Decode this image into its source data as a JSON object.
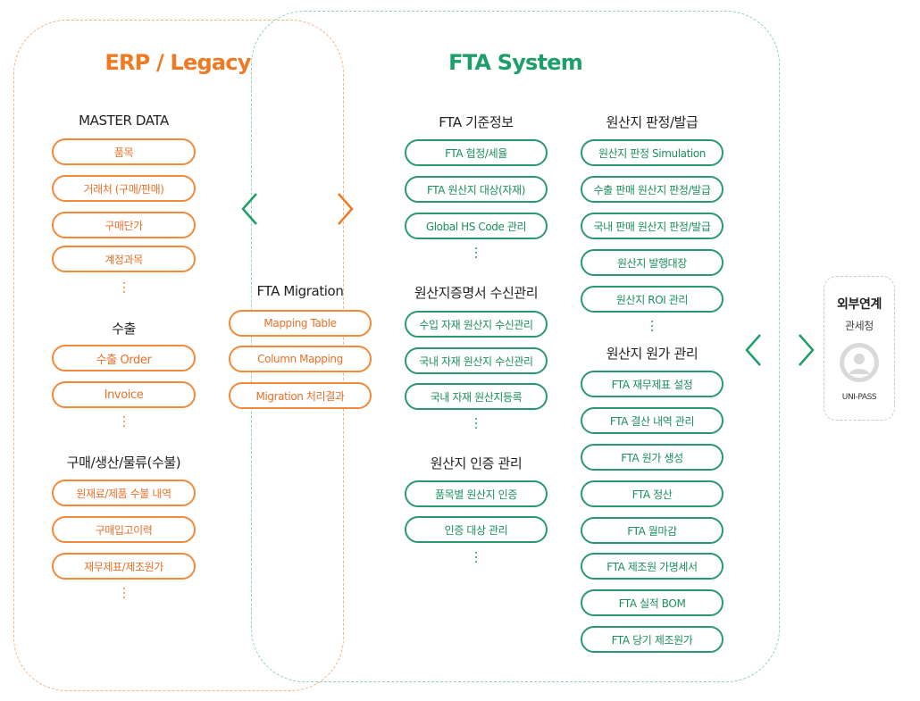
{
  "erp": {
    "title": "ERP / Legacy",
    "master": {
      "heading": "MASTER DATA",
      "items": [
        "품목",
        "거래처 (구매/판매)",
        "구매단가",
        "계정과목"
      ]
    },
    "export": {
      "heading": "수출",
      "items": [
        "수출 Order",
        "Invoice"
      ]
    },
    "purchase": {
      "heading": "구매/생산/물류(수불)",
      "items": [
        "원재료/제품 수불 내역",
        "구매입고이력",
        "재무제표/제조원가"
      ]
    }
  },
  "migration": {
    "heading": "FTA Migration",
    "items": [
      "Mapping Table",
      "Column Mapping",
      "Migration 처리결과"
    ]
  },
  "fta": {
    "title": "FTA System",
    "base": {
      "heading": "FTA 기준정보",
      "items": [
        "FTA 협정/세율",
        "FTA 원산지 대상(자재)",
        "Global HS Code 관리"
      ]
    },
    "certificate": {
      "heading": "원산지증명서 수신관리",
      "items": [
        "수입 자재 원산지 수신관리",
        "국내 자재 원산지 수신관리",
        "국내 자재 원산지등록"
      ]
    },
    "auth": {
      "heading": "원산지 인증 관리",
      "items": [
        "품목별 원산지 인증",
        "인증 대상 관리"
      ]
    },
    "judge": {
      "heading": "원산지 판정/발급",
      "items": [
        "원산지 판정 Simulation",
        "수출 판매 원산지 판정/발급",
        "국내 판매 원산지 판정/발급",
        "원산지 발행대장",
        "원산지 ROI 관리"
      ]
    },
    "cost": {
      "heading": "원산지 원가 관리",
      "items": [
        "FTA 재무제표 설정",
        "FTA 결산 내역 관리",
        "FTA 원가 생성",
        "FTA 정산",
        "FTA 월마감",
        "FTA 제조원 가명세서",
        "FTA 실적 BOM",
        "FTA 당기 제조원가"
      ]
    }
  },
  "external": {
    "title": "외부연계",
    "agency": "관세청",
    "system": "UNI-PASS"
  },
  "icons": [
    "chevron-left-icon",
    "chevron-right-icon",
    "vertical-dots-icon",
    "user-avatar-icon"
  ],
  "colors": {
    "erp": "#ef7a24",
    "fta": "#1e9e6a",
    "external_border": "#c9c9c9"
  }
}
